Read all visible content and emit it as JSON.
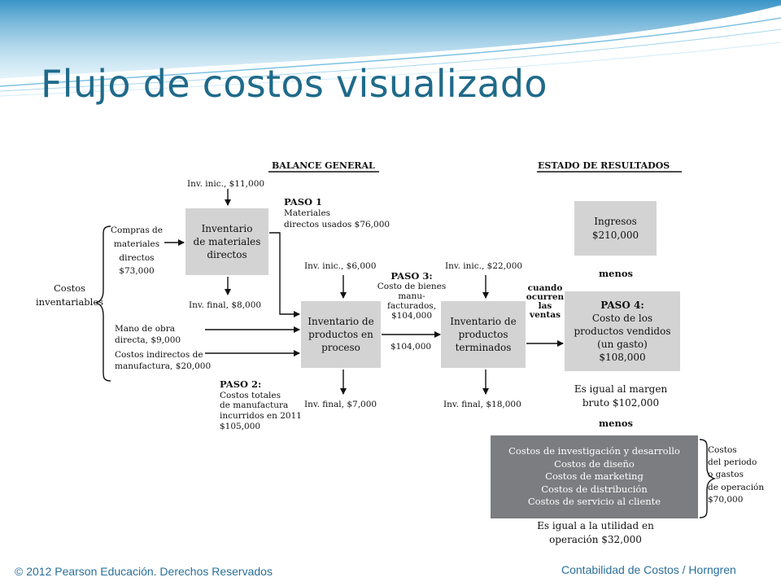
{
  "slide": {
    "title": "Flujo de costos visualizado",
    "footer_left": "© 2012 Pearson Educación. Derechos Reservados",
    "footer_right": "Contabilidad de Costos / Horngren"
  },
  "diagram": {
    "balance_header": "BALANCE GENERAL",
    "income_header": "ESTADO DE RESULTADOS",
    "inventoriable_costs": [
      "Costos",
      "inventariables"
    ],
    "purchases": [
      "Compras de",
      "materiales",
      "directos",
      "$73,000"
    ],
    "direct_labor": [
      "Mano de obra",
      "directa, $9,000"
    ],
    "overhead": [
      "Costos indirectos de",
      "manufactura, $20,000"
    ],
    "materials_inventory": {
      "box": [
        "Inventario",
        "de materiales",
        "directos"
      ],
      "beginning": "Inv. inic., $11,000",
      "ending": "Inv. final, $8,000"
    },
    "step1": {
      "title": "PASO 1",
      "lines": [
        "Materiales",
        "directos usados $76,000"
      ]
    },
    "wip_inventory": {
      "box": [
        "Inventario de",
        "productos en",
        "proceso"
      ],
      "beginning": "Inv. inic., $6,000",
      "ending": "Inv. final, $7,000"
    },
    "step2": {
      "title": "PASO 2:",
      "lines": [
        "Costos totales",
        "de manufactura",
        "incurridos en 2011",
        "$105,000"
      ]
    },
    "step3": {
      "title": "PASO 3:",
      "lines": [
        "Costo de bienes",
        "manu-",
        "facturados,",
        "$104,000"
      ],
      "amount_below": "$104,000"
    },
    "finished_goods": {
      "box": [
        "Inventario de",
        "productos",
        "terminados"
      ],
      "beginning": "Inv. inic., $22,000",
      "ending": "Inv. final, $18,000"
    },
    "when_sold": [
      "cuando",
      "ocurren",
      "las",
      "ventas"
    ],
    "revenues": [
      "Ingresos",
      "$210,000"
    ],
    "less_1": "menos",
    "step4": {
      "title": "PASO 4:",
      "lines": [
        "Costo de los",
        "productos vendidos",
        "(un gasto)",
        "$108,000"
      ]
    },
    "gross_margin": [
      "Es igual al margen",
      "bruto $102,000"
    ],
    "less_2": "menos",
    "period_costs": [
      "Costos de investigación y desarrollo",
      "Costos de diseño",
      "Costos de marketing",
      "Costos de distribución",
      "Costos de servicio al cliente"
    ],
    "period_costs_label": [
      "Costos",
      "del periodo",
      "o gastos",
      "de operación",
      "$70,000"
    ],
    "operating_income": [
      "Es igual a la utilidad en",
      "operación $32,000"
    ]
  },
  "colors": {
    "title": "#1f6a8a",
    "footer": "#2a6f9a",
    "box_light": "#d3d3d3",
    "box_dark": "#7c7d80",
    "wave": "#5fb0d8"
  }
}
